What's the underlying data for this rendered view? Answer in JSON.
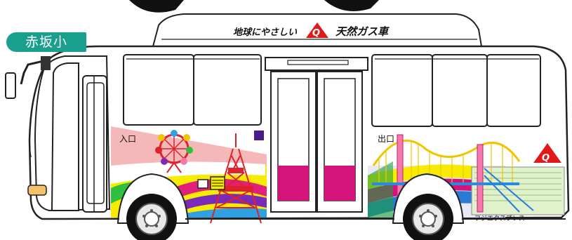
{
  "route_sign": "赤坂小",
  "roof_banner": {
    "slogan": "地球にやさしい",
    "logo_letter": "Q",
    "fuel_label": "天然ガス車"
  },
  "door_labels": {
    "entrance": "入口",
    "exit": "出口"
  },
  "rear_logo_letter": "Q",
  "livery_credit": "フジエクスプレス",
  "colors": {
    "route_tag": "#1a9e8e",
    "logo_red": "#e01a1a",
    "tower_red": "#e0202a",
    "magenta": "#d4147a",
    "yellow": "#f5e600"
  }
}
